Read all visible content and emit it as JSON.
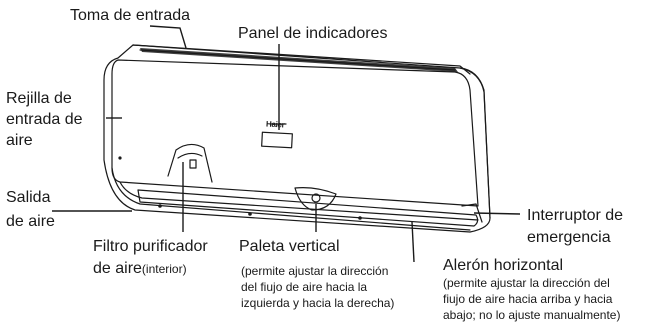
{
  "brand": "Haier",
  "labels": {
    "toma_entrada": "Toma de entrada",
    "panel_indicadores": "Panel de indicadores",
    "rejilla": [
      "Rejilla de",
      "entrada de",
      "aire"
    ],
    "salida": [
      "Salida",
      "de aire"
    ],
    "filtro": {
      "line1": "Filtro purificador",
      "line2_main": "de aire",
      "line2_small": "(interior)"
    },
    "paleta": {
      "title": "Paleta vertical",
      "desc": [
        "(permite ajustar la dirección",
        "del fiujo de aire hacia la",
        "izquierda y hacia la derecha)"
      ]
    },
    "aleron": {
      "title": "Alerón horizontal",
      "desc": [
        "(permite ajustar la dirección del",
        "fiujo de aire hacia arriba y hacia",
        "abajo; no lo ajuste manualmente)"
      ]
    },
    "interruptor": [
      "Interruptor de",
      "emergencia"
    ]
  }
}
